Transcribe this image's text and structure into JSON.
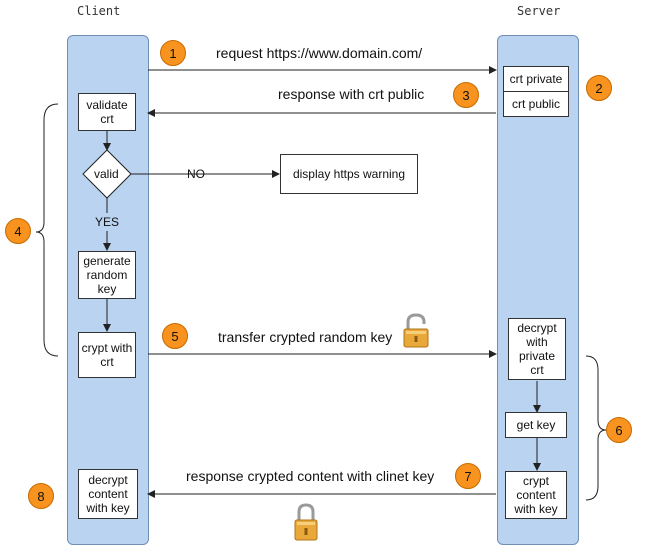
{
  "lanes": {
    "client_title": "Client",
    "server_title": "Server"
  },
  "client": {
    "validate": "validate crt",
    "valid": "valid",
    "generate": "generate random key",
    "crypt": "crypt with crt",
    "decrypt_content": "decrypt content with key"
  },
  "server": {
    "crt_private": "crt private",
    "crt_public": "crt public",
    "decrypt_private": "decrypt with private crt",
    "get_key": "get key",
    "crypt_content": "crypt content with key"
  },
  "warning": "display https warning",
  "edges": {
    "no": "NO",
    "yes": "YES",
    "request": "request https://www.domain.com/",
    "response_public": "response with crt public",
    "transfer": "transfer crypted random key",
    "response_content": "response crypted content with clinet key"
  },
  "steps": [
    "1",
    "2",
    "3",
    "4",
    "5",
    "6",
    "7",
    "8"
  ],
  "icons": {
    "lock_open": "padlock-open-icon",
    "lock_closed": "padlock-closed-icon"
  },
  "colors": {
    "lane": "#b9d3f0",
    "badge": "#f7931e"
  }
}
